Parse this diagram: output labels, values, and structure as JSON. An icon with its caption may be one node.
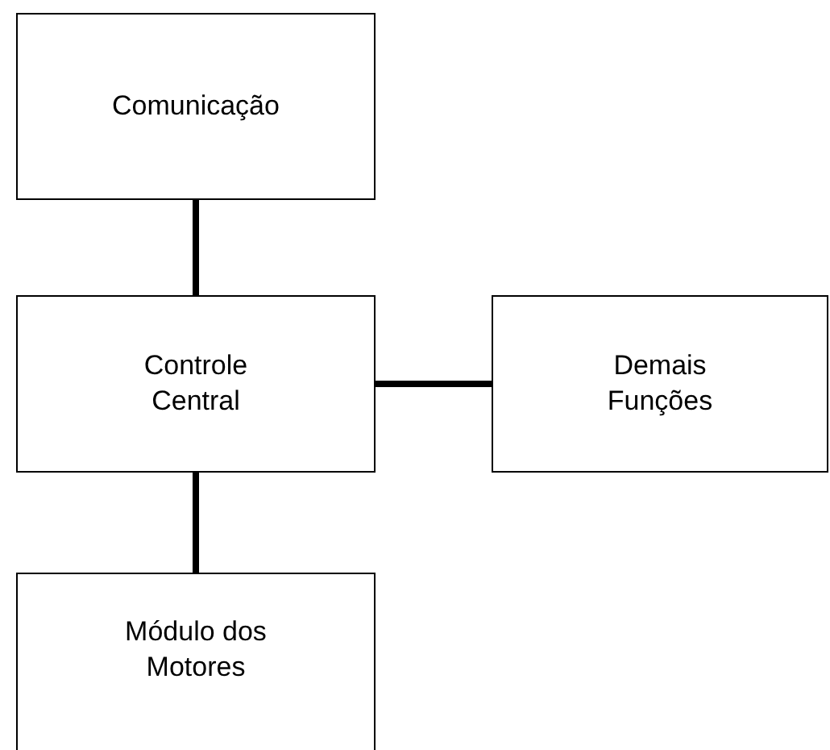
{
  "diagram": {
    "nodes": [
      {
        "text": [
          "Comunicação"
        ]
      },
      {
        "text": [
          "Controle Central"
        ]
      },
      {
        "text": [
          "Demais Funções"
        ]
      },
      {
        "text": [
          "Módulo dos Motores"
        ]
      }
    ],
    "edges": [
      {
        "from": 0,
        "to": 1,
        "arrow": "none"
      },
      {
        "from": 1,
        "to": 2,
        "arrow": "none"
      },
      {
        "from": 1,
        "to": 3,
        "arrow": "none"
      }
    ]
  }
}
